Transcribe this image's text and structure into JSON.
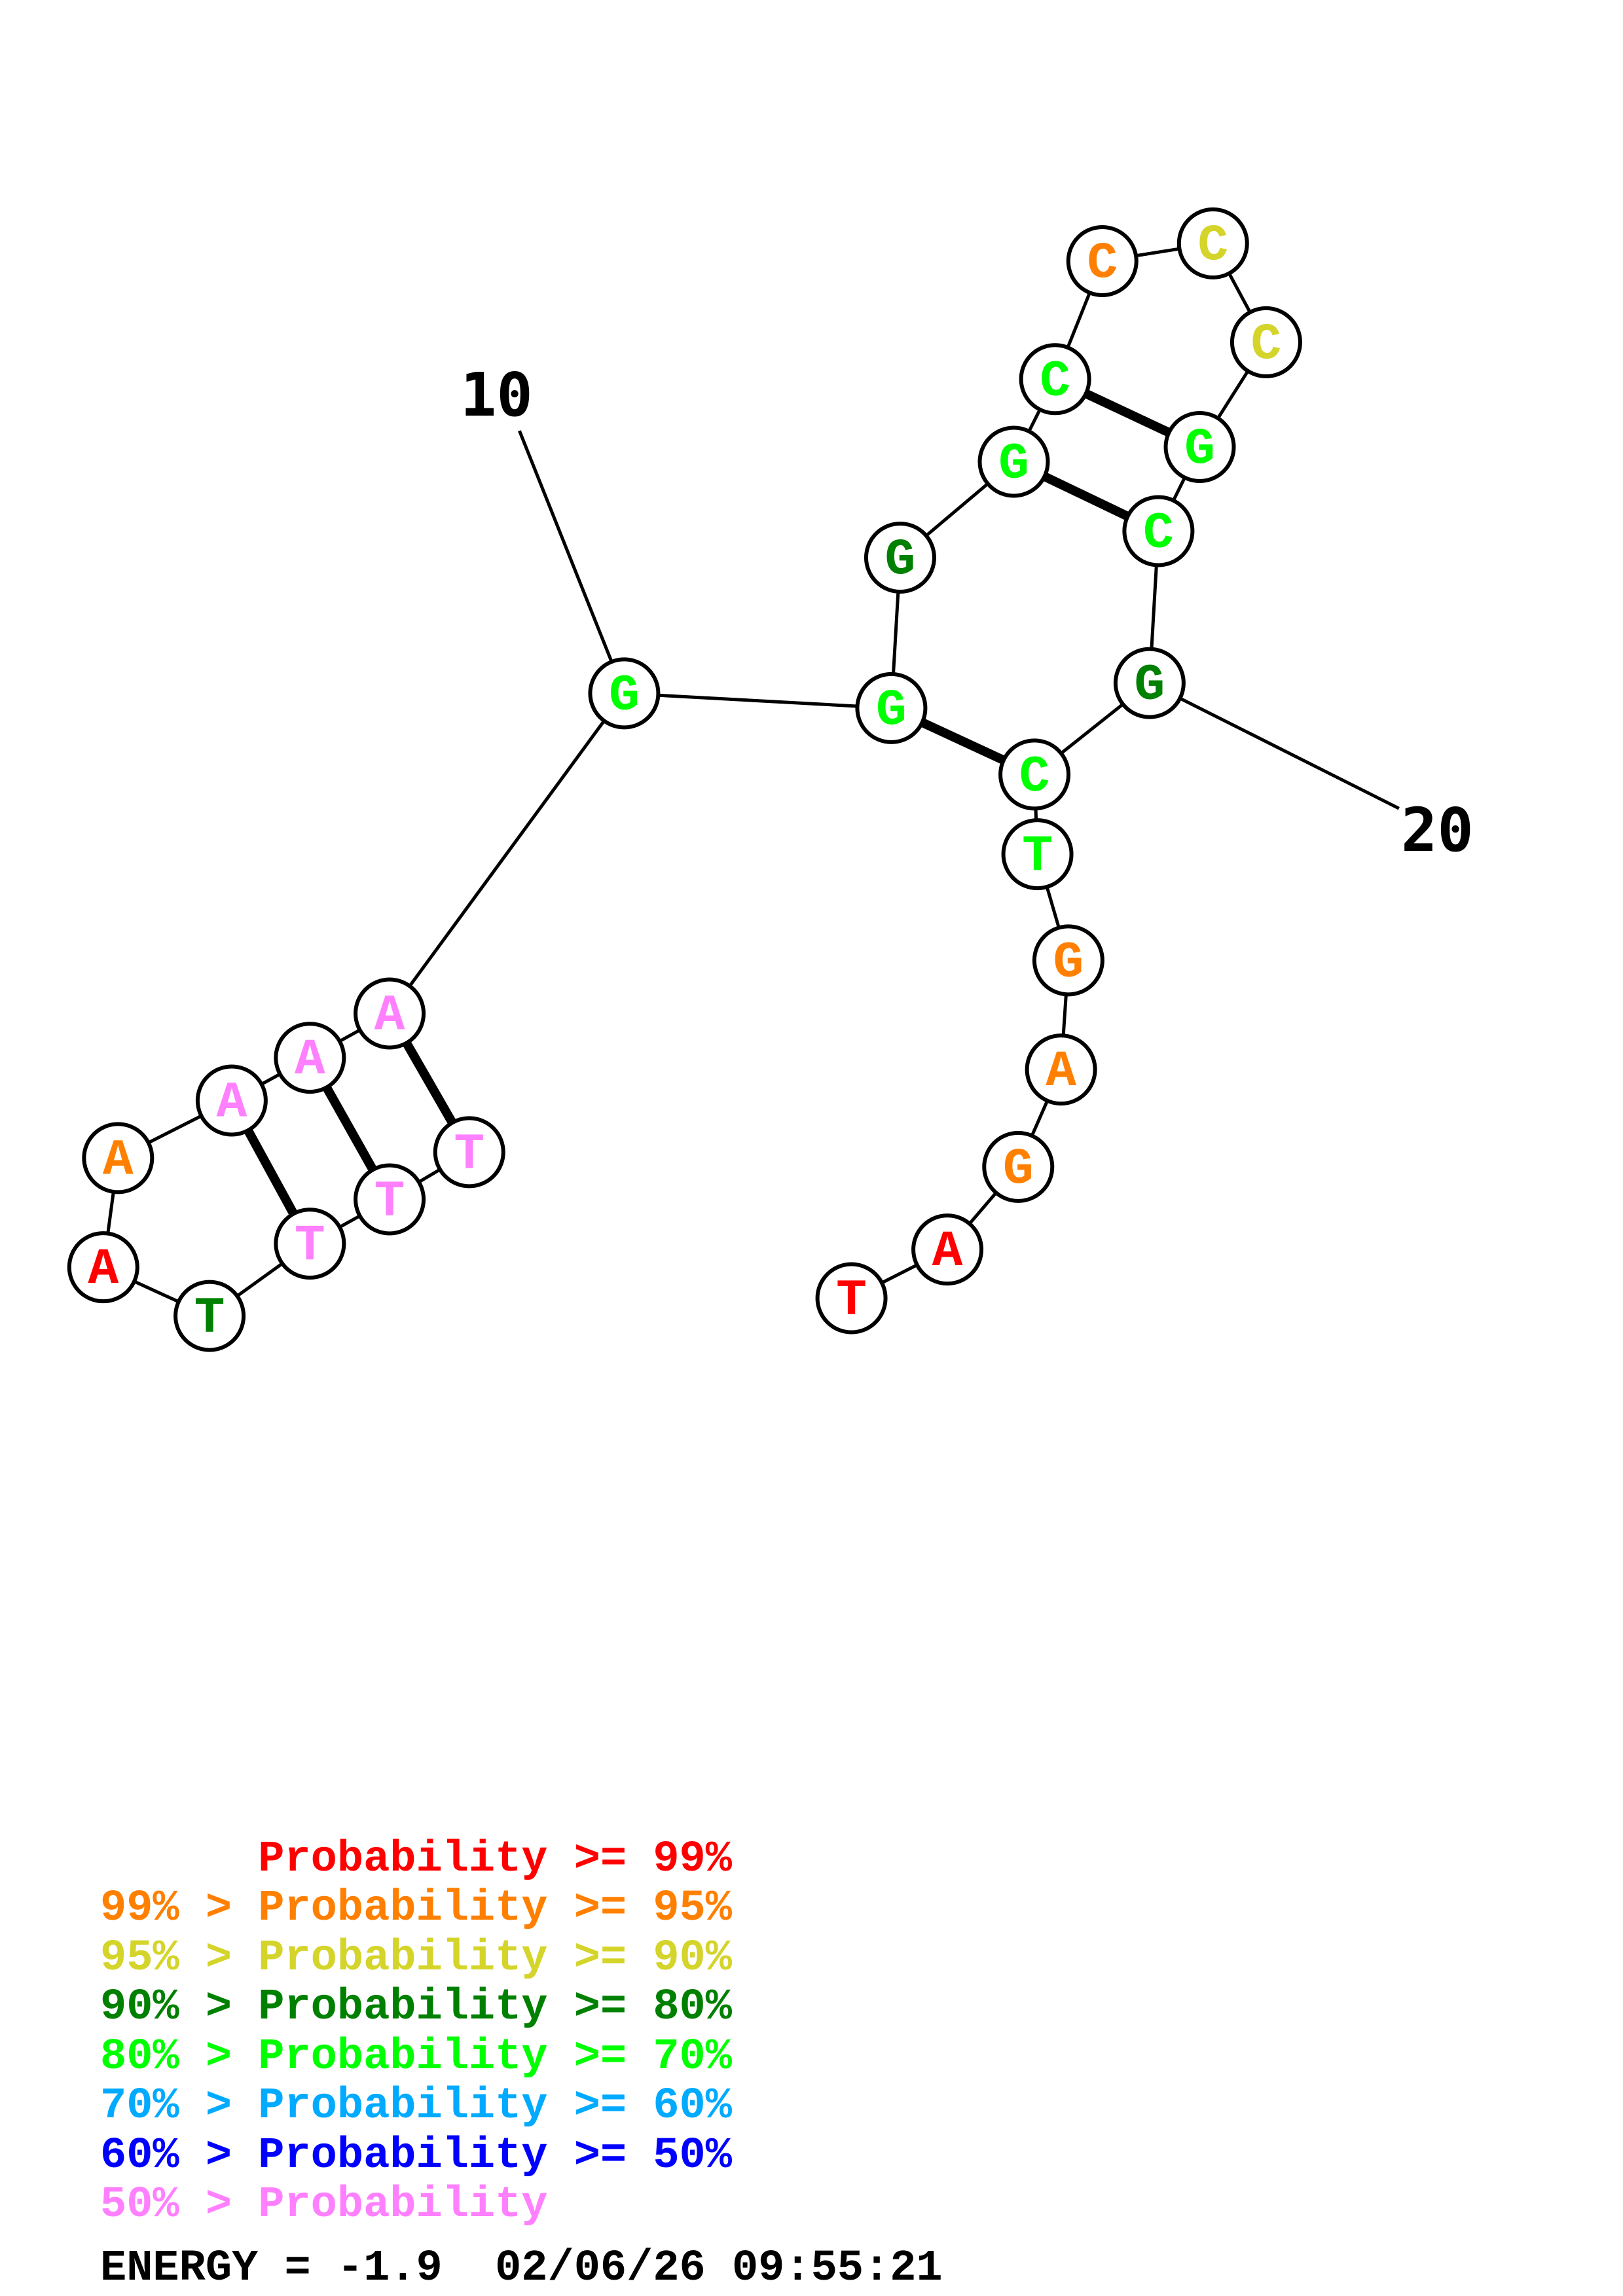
{
  "structure": {
    "sequence": [
      "T",
      "T",
      "T",
      "T",
      "A",
      "A",
      "A",
      "A",
      "A",
      "G",
      "G",
      "G",
      "G",
      "C",
      "C",
      "C",
      "C",
      "G",
      "C",
      "G",
      "C",
      "T",
      "G",
      "A",
      "G",
      "A",
      "T"
    ],
    "probability_class": [
      "pink",
      "pink",
      "pink",
      "dkgreen",
      "red",
      "orange",
      "pink",
      "pink",
      "pink",
      "green",
      "green",
      "dkgreen",
      "green",
      "green",
      "orange",
      "yellow",
      "yellow",
      "green",
      "green",
      "dkgreen",
      "green",
      "green",
      "orange",
      "orange",
      "orange",
      "red",
      "red"
    ],
    "pairs": [
      [
        1,
        9
      ],
      [
        2,
        8
      ],
      [
        3,
        7
      ],
      [
        11,
        21
      ],
      [
        13,
        19
      ],
      [
        14,
        18
      ]
    ],
    "labels": [
      {
        "index": 10,
        "text": "10"
      },
      {
        "index": 20,
        "text": "20"
      }
    ]
  },
  "colors": {
    "red": "#FF0000",
    "orange": "#FF8000",
    "yellow": "#D4D42A",
    "dkgreen": "#008000",
    "green": "#00FF00",
    "cyan": "#00AAFF",
    "blue": "#0000FF",
    "pink": "#FF80FF"
  },
  "legend": [
    {
      "text": "      Probability >= 99%",
      "color": "#FF0000"
    },
    {
      "text": "99% > Probability >= 95%",
      "color": "#FF8000"
    },
    {
      "text": "95% > Probability >= 90%",
      "color": "#D4D42A"
    },
    {
      "text": "90% > Probability >= 80%",
      "color": "#008000"
    },
    {
      "text": "80% > Probability >= 70%",
      "color": "#00FF00"
    },
    {
      "text": "70% > Probability >= 60%",
      "color": "#00AAFF"
    },
    {
      "text": "60% > Probability >= 50%",
      "color": "#0000FF"
    },
    {
      "text": "50% > Probability",
      "color": "#FF80FF"
    }
  ],
  "footer": {
    "energy": "ENERGY = -1.9  02/06/26 09:55:21"
  }
}
